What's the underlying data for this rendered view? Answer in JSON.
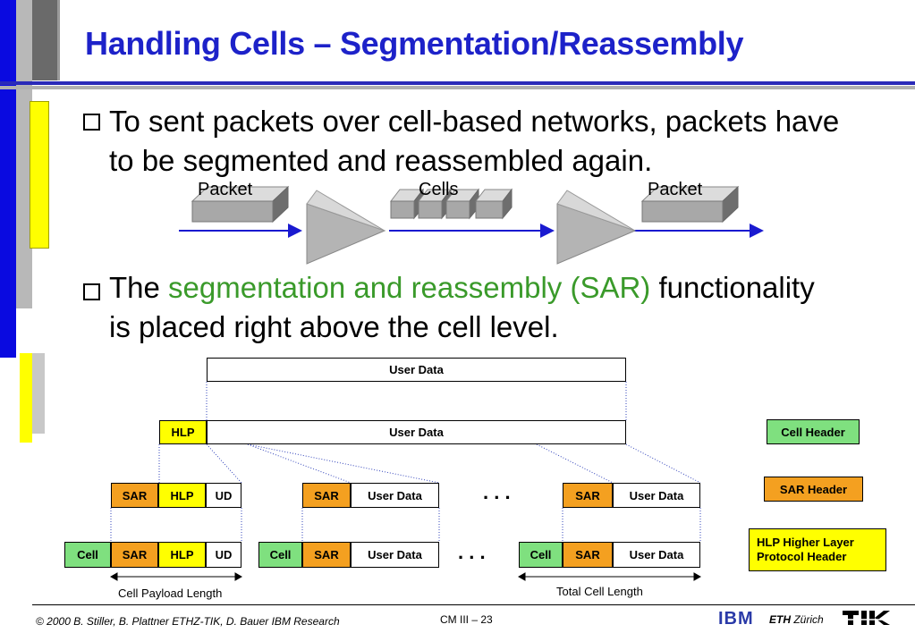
{
  "slide": {
    "title": "Handling Cells – Segmentation/Reassembly",
    "bullet1": "To sent packets over cell-based networks, packets have to be segmented and reassembled again.",
    "bullet2_prefix": "The ",
    "bullet2_highlight": "segmentation and reassembly (SAR)",
    "bullet2_suffix": " functionality is placed right above the cell level."
  },
  "flow": {
    "packet_left": "Packet",
    "cells": "Cells",
    "packet_right": "Packet"
  },
  "diagram": {
    "user_data": "User Data",
    "hlp": "HLP",
    "sar": "SAR",
    "cell": "Cell",
    "ud": "UD",
    "ellipsis": ". . .",
    "cell_payload_length": "Cell Payload Length",
    "total_cell_length": "Total Cell Length"
  },
  "legend": {
    "cell_header": "Cell Header",
    "sar_header": "SAR Header",
    "hlp_header_line1": "HLP Higher Layer",
    "hlp_header_line2": "Protocol Header"
  },
  "footer": {
    "copyright": "© 2000  B. Stiller, B. Plattner ETHZ-TIK, D. Bauer IBM Research",
    "page": "CM III – 23",
    "ibm": "IBM",
    "eth_bold": "ETH",
    "eth_rest": " Zürich"
  },
  "colors": {
    "title": "#1d22c9",
    "highlight": "#3a9a2a",
    "cell_header": "#7fe07f",
    "sar_header": "#f4a020",
    "hlp_header": "#ffff00"
  }
}
